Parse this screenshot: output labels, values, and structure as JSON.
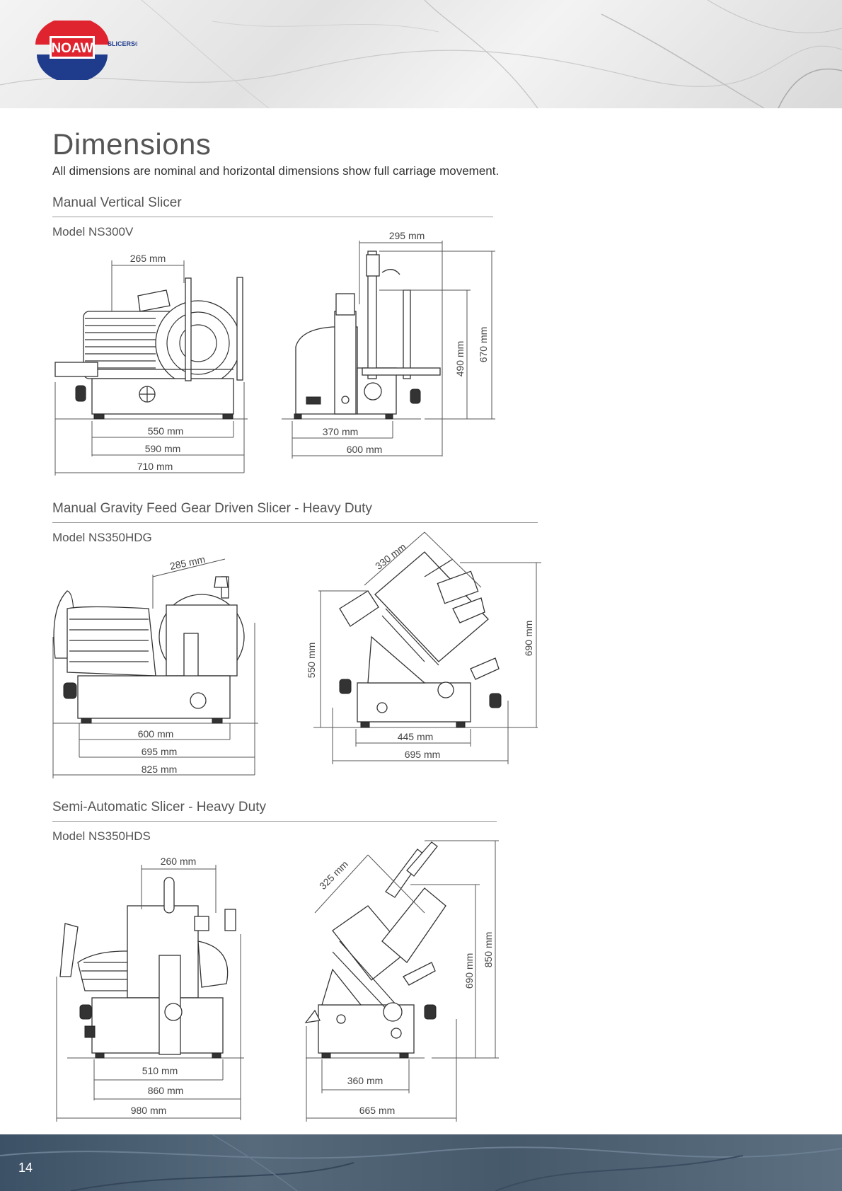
{
  "brand": {
    "logo_text": "NOAW",
    "logo_suffix": "SLICERS®"
  },
  "page": {
    "title": "Dimensions",
    "subtitle": "All dimensions are nominal and horizontal dimensions show full carriage movement.",
    "page_number": "14"
  },
  "sections": [
    {
      "heading": "Manual Vertical Slicer",
      "model": "Model NS300V",
      "front_dims": [
        "265 mm",
        "550 mm",
        "590 mm",
        "710 mm"
      ],
      "side_dims": [
        "295 mm",
        "370 mm",
        "600 mm",
        "490 mm",
        "670 mm"
      ]
    },
    {
      "heading": "Manual Gravity Feed Gear Driven Slicer - Heavy Duty",
      "model": "Model NS350HDG",
      "front_dims": [
        "285 mm",
        "600 mm",
        "695 mm",
        "825 mm"
      ],
      "side_dims": [
        "330 mm",
        "550 mm",
        "690 mm",
        "445 mm",
        "695 mm"
      ]
    },
    {
      "heading": "Semi-Automatic Slicer - Heavy Duty",
      "model": "Model NS350HDS",
      "front_dims": [
        "260 mm",
        "510 mm",
        "860 mm",
        "980 mm"
      ],
      "side_dims": [
        "325 mm",
        "690 mm",
        "850 mm",
        "360 mm",
        "665 mm"
      ]
    }
  ],
  "colors": {
    "logo_red": "#e0242f",
    "logo_blue": "#1f3b8c",
    "footer": "#4a5d70"
  }
}
